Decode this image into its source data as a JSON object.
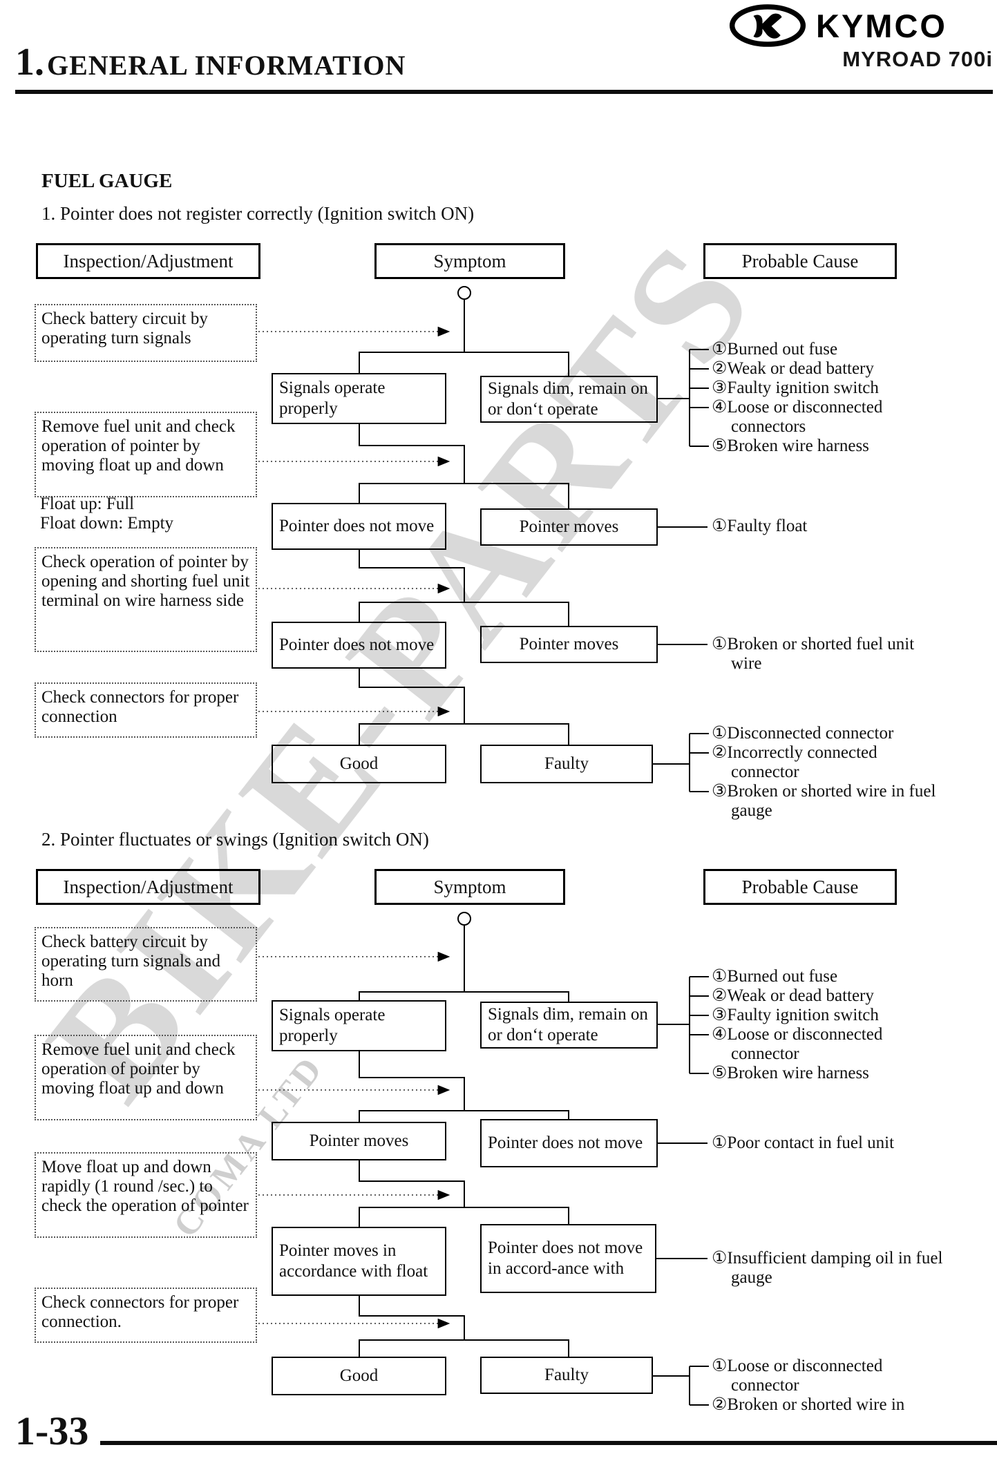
{
  "header": {
    "section_number": "1.",
    "section_title": "GENERAL INFORMATION",
    "brand": "KYMCO",
    "model": "MYROAD 700i"
  },
  "watermark": {
    "main": "BIKE-PARTS",
    "sub": "COMA LTD"
  },
  "page_number": "1-33",
  "fuel_gauge": {
    "heading": "FUEL GAUGE",
    "flow1": {
      "title": "1. Pointer does not register correctly (Ignition switch ON)",
      "headers": {
        "inspection": "Inspection/Adjustment",
        "symptom": "Symptom",
        "cause": "Probable Cause"
      },
      "inspections": [
        "Check battery circuit by operating turn signals",
        "Remove fuel unit and check operation of pointer by moving float up and down",
        "Check operation of pointer by opening and shorting fuel unit terminal on wire harness side",
        "Check connectors for proper connection"
      ],
      "float_note": [
        "Float up: Full",
        "Float down: Empty"
      ],
      "rows": [
        {
          "left": "Signals operate properly",
          "right": "Signals dim, remain on or don‘t operate"
        },
        {
          "left": "Pointer does not move",
          "right": "Pointer moves"
        },
        {
          "left": "Pointer does not move",
          "right": "Pointer moves"
        },
        {
          "left": "Good",
          "right": "Faulty"
        }
      ],
      "causes": [
        [
          "①Burned out fuse",
          "②Weak or dead battery",
          "③Faulty ignition switch",
          "④Loose or disconnected connectors",
          "⑤Broken wire harness"
        ],
        [
          "①Faulty float"
        ],
        [
          "①Broken or shorted fuel unit wire"
        ],
        [
          "①Disconnected connector",
          "②Incorrectly connected connector",
          "③Broken or shorted wire in fuel gauge"
        ]
      ]
    },
    "flow2": {
      "title": "2. Pointer fluctuates or swings (Ignition switch ON)",
      "headers": {
        "inspection": "Inspection/Adjustment",
        "symptom": "Symptom",
        "cause": "Probable Cause"
      },
      "inspections": [
        "Check battery circuit by operating turn signals and horn",
        "Remove fuel unit and check operation of pointer by moving float up and down",
        "Move float up and down rapidly (1 round /sec.) to check the operation of pointer",
        "Check connectors for proper connection."
      ],
      "rows": [
        {
          "left": "Signals operate properly",
          "right": "Signals dim, remain on or don‘t operate"
        },
        {
          "left": "Pointer moves",
          "right": "Pointer does not move"
        },
        {
          "left": "Pointer moves in accordance with float",
          "right": "Pointer does not move in accord-ance with"
        },
        {
          "left": "Good",
          "right": "Faulty"
        }
      ],
      "causes": [
        [
          "①Burned out fuse",
          "②Weak or dead battery",
          "③Faulty ignition switch",
          "④Loose or disconnected connector",
          "⑤Broken wire harness"
        ],
        [
          "①Poor contact in fuel unit"
        ],
        [
          "①Insufficient damping oil in fuel gauge"
        ],
        [
          "①Loose or disconnected connector",
          "②Broken or shorted wire in"
        ]
      ]
    }
  }
}
